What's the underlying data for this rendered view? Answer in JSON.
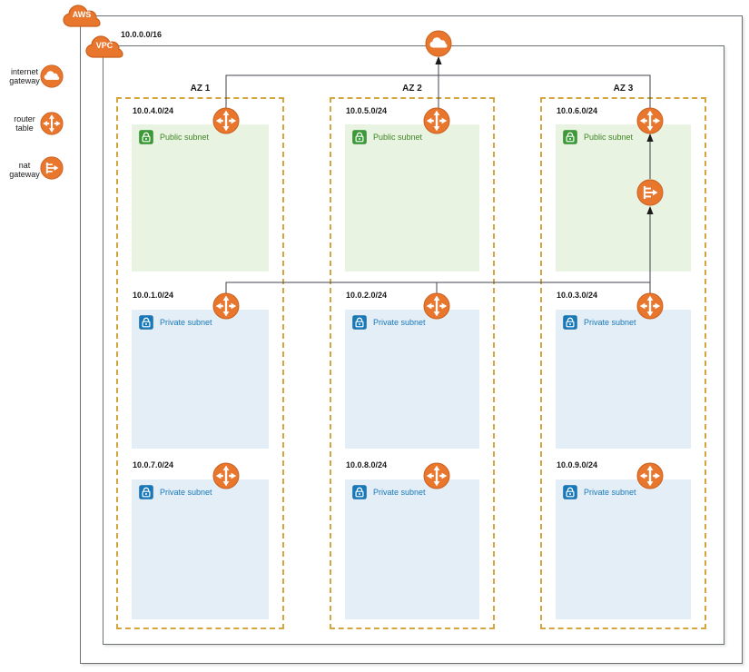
{
  "diagram": {
    "aws_label": "AWS",
    "vpc_label": "VPC",
    "vpc_cidr": "10.0.0.0/16"
  },
  "legend": {
    "items": [
      {
        "icon": "internet-gateway-icon",
        "line1": "internet",
        "line2": "gateway"
      },
      {
        "icon": "router-table-icon",
        "line1": "router",
        "line2": "table"
      },
      {
        "icon": "nat-gateway-icon",
        "line1": "nat",
        "line2": "gateway"
      }
    ]
  },
  "zones": [
    {
      "label": "AZ 1",
      "subnets": [
        {
          "cidr": "10.0.4.0/24",
          "type_label": "Public subnet",
          "kind": "public"
        },
        {
          "cidr": "10.0.1.0/24",
          "type_label": "Private subnet",
          "kind": "private"
        },
        {
          "cidr": "10.0.7.0/24",
          "type_label": "Private subnet",
          "kind": "private"
        }
      ]
    },
    {
      "label": "AZ 2",
      "subnets": [
        {
          "cidr": "10.0.5.0/24",
          "type_label": "Public subnet",
          "kind": "public"
        },
        {
          "cidr": "10.0.2.0/24",
          "type_label": "Private subnet",
          "kind": "private"
        },
        {
          "cidr": "10.0.8.0/24",
          "type_label": "Private subnet",
          "kind": "private"
        }
      ]
    },
    {
      "label": "AZ 3",
      "subnets": [
        {
          "cidr": "10.0.6.0/24",
          "type_label": "Public subnet",
          "kind": "public"
        },
        {
          "cidr": "10.0.3.0/24",
          "type_label": "Private subnet",
          "kind": "private"
        },
        {
          "cidr": "10.0.9.0/24",
          "type_label": "Private subnet",
          "kind": "private"
        }
      ]
    }
  ],
  "colors": {
    "icon_orange": "#e8762d",
    "icon_orange_border": "#c9611f",
    "az_dashed_border": "#d6a63e",
    "public_green": "#3f8624",
    "public_fill": "#e9f3e2",
    "private_blue": "#1879ba",
    "private_fill": "#e4eef6",
    "connector_line": "#40464f",
    "box_border": "#6b7075"
  }
}
